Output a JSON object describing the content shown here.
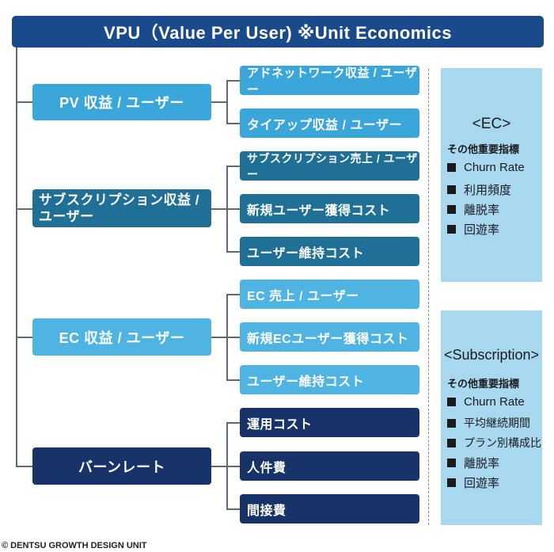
{
  "header": {
    "title": "VPU（Value Per User) ※Unit Economics"
  },
  "categories": [
    {
      "label": "PV 収益 / ユーザー",
      "items": [
        "アドネットワーク収益 / ユーザー",
        "タイアップ収益 / ユーザー"
      ]
    },
    {
      "label": "サブスクリプション収益 /ユーザー",
      "items": [
        "サブスクリプション売上 / ユーザー",
        "新規ユーザー獲得コスト",
        "ユーザー維持コスト"
      ]
    },
    {
      "label": "EC 収益 / ユーザー",
      "items": [
        "EC 売上 / ユーザー",
        "新規ECユーザー獲得コスト",
        "ユーザー維持コスト"
      ]
    },
    {
      "label": "バーンレート",
      "items": [
        "運用コスト",
        "人件費",
        "間接費"
      ]
    }
  ],
  "panels": [
    {
      "title": "<EC>",
      "subtitle": "その他重要指標",
      "items": [
        "Churn Rate",
        "利用頻度",
        "離脱率",
        "回遊率"
      ]
    },
    {
      "title": "<Subscription>",
      "subtitle": "その他重要指標",
      "items": [
        "Churn Rate",
        "平均継続期間",
        "プラン別構成比",
        "離脱率",
        "回遊率"
      ]
    }
  ],
  "colors": {
    "header": "#1a4a8c",
    "pv": "#3aa6da",
    "subscription": "#1f6f96",
    "ec": "#4fb4e2",
    "burn": "#17336a",
    "panel": "#a8d8ef"
  },
  "icons": {
    "bullet": "black-square-icon"
  },
  "footer": {
    "copyright": "© DENTSU GROWTH DESIGN UNIT"
  }
}
